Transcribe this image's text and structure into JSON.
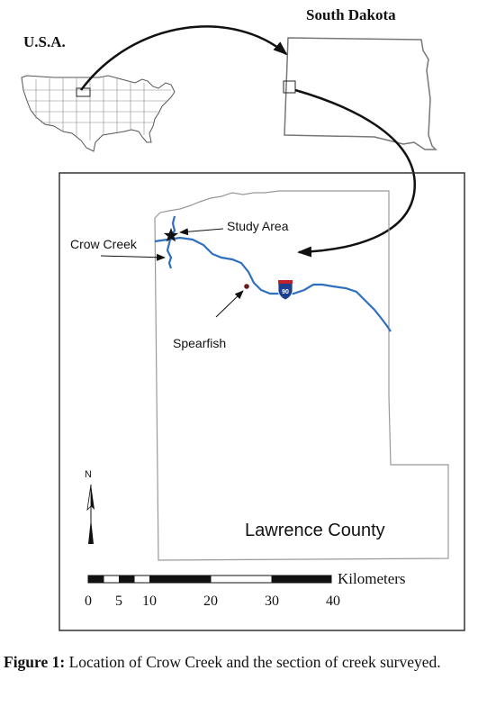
{
  "labels": {
    "usa": "U.S.A.",
    "south_dakota": "South Dakota",
    "study_area": "Study Area",
    "crow_creek": "Crow Creek",
    "spearfish": "Spearfish",
    "county": "Lawrence County",
    "north": "N",
    "interstate": "90"
  },
  "scale_bar": {
    "unit": "Kilometers",
    "ticks": [
      "0",
      "5",
      "10",
      "20",
      "30",
      "40"
    ]
  },
  "caption": {
    "label": "Figure 1:",
    "text": " Location of Crow Creek and the section of creek surveyed."
  },
  "colors": {
    "stream": "#2f6fc0",
    "outline": "#777777",
    "arrow": "#111111",
    "interstate_shield": "#1d3f8f",
    "interstate_banner": "#c0202a",
    "town": "#6a1a1a"
  },
  "icons": {
    "north_arrow": "north-arrow-icon",
    "study_star": "star-icon",
    "interstate": "interstate-shield-icon",
    "town": "town-dot-icon"
  }
}
